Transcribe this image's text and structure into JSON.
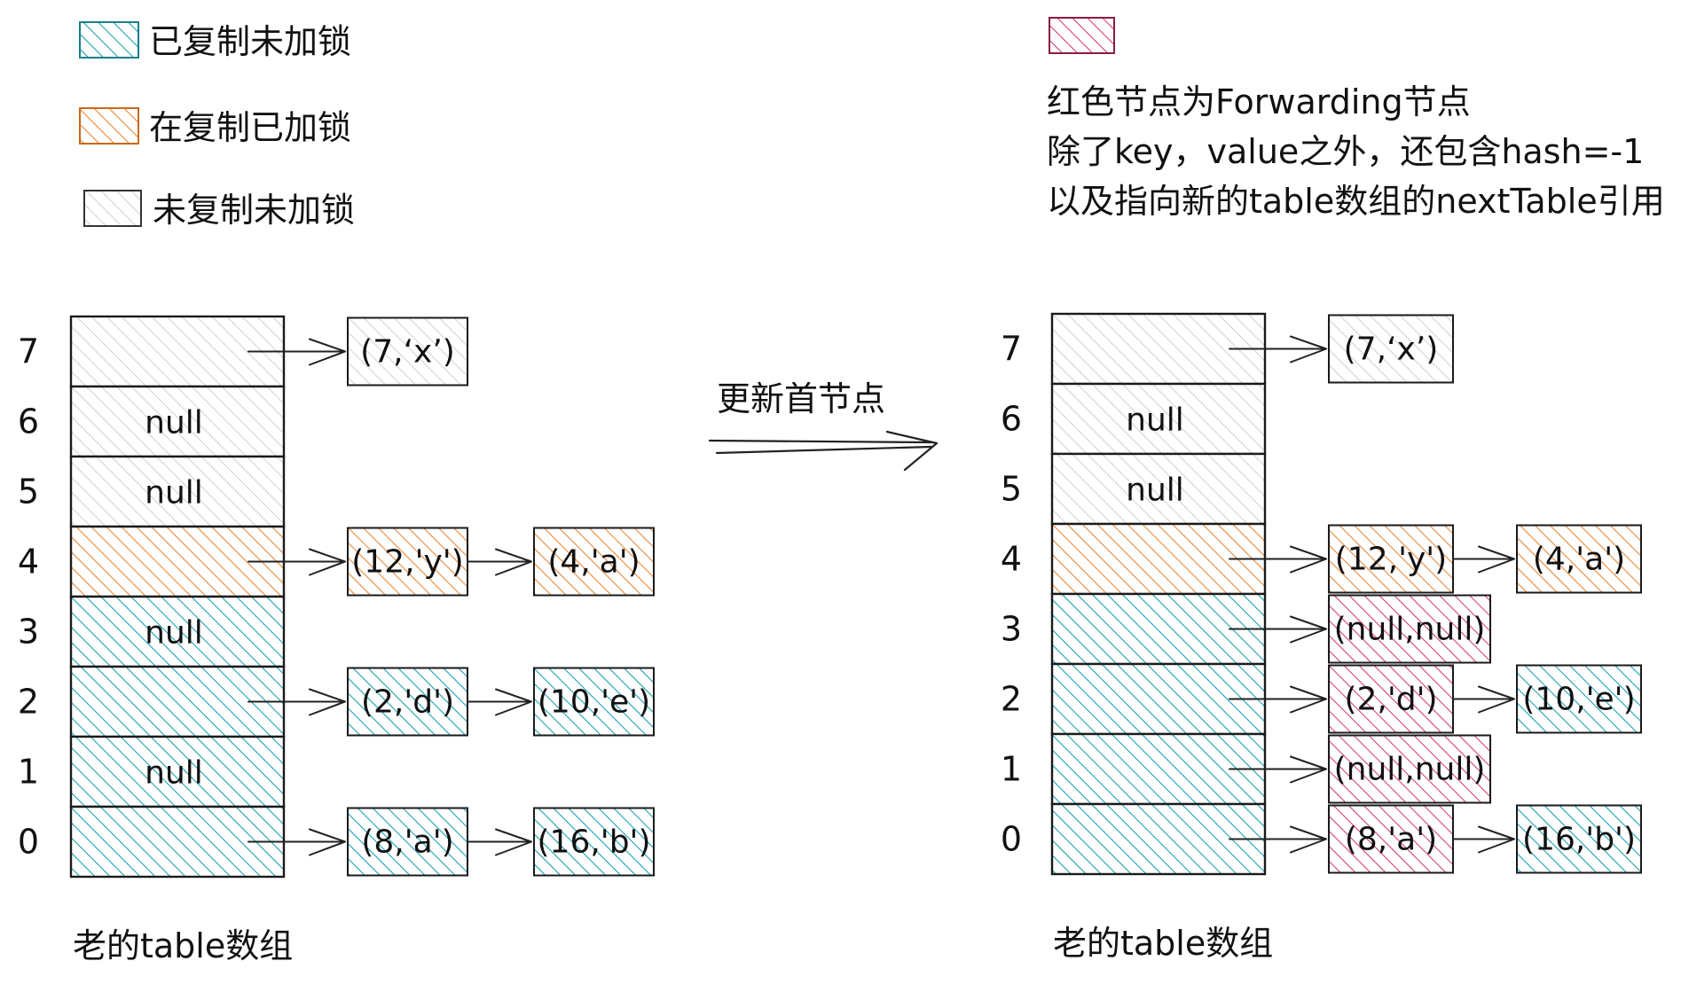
{
  "legend": [
    {
      "label": "已复制未加锁",
      "state": "copied"
    },
    {
      "label": "在复制已加锁",
      "state": "copying"
    },
    {
      "label": "未复制未加锁",
      "state": "uncopied"
    }
  ],
  "forwarding_note": {
    "lines": [
      "红色节点为Forwarding节点",
      "除了key，value之外，还包含hash=-1",
      "以及指向新的table数组的nextTable引用"
    ]
  },
  "transition_label": "更新首节点",
  "colors": {
    "copied": "#1aa3b3",
    "copying": "#e8893a",
    "uncopied": "#b5b5b5",
    "forwarding": "#d6336c"
  },
  "left_table": {
    "caption": "老的table数组",
    "slots": [
      {
        "index": "7",
        "label": "",
        "state": "uncopied",
        "nodes": [
          {
            "text": "(7,‘x’)",
            "state": "uncopied"
          }
        ]
      },
      {
        "index": "6",
        "label": "null",
        "state": "uncopied",
        "nodes": []
      },
      {
        "index": "5",
        "label": "null",
        "state": "uncopied",
        "nodes": []
      },
      {
        "index": "4",
        "label": "",
        "state": "copying",
        "nodes": [
          {
            "text": "(12,'y')",
            "state": "copying"
          },
          {
            "text": "(4,'a')",
            "state": "copying"
          }
        ]
      },
      {
        "index": "3",
        "label": "null",
        "state": "copied",
        "nodes": []
      },
      {
        "index": "2",
        "label": "",
        "state": "copied",
        "nodes": [
          {
            "text": "(2,'d')",
            "state": "copied"
          },
          {
            "text": "(10,'e')",
            "state": "copied"
          }
        ]
      },
      {
        "index": "1",
        "label": "null",
        "state": "copied",
        "nodes": []
      },
      {
        "index": "0",
        "label": "",
        "state": "copied",
        "nodes": [
          {
            "text": "(8,'a')",
            "state": "copied"
          },
          {
            "text": "(16,'b')",
            "state": "copied"
          }
        ]
      }
    ]
  },
  "right_table": {
    "caption": "老的table数组",
    "slots": [
      {
        "index": "7",
        "label": "",
        "state": "uncopied",
        "nodes": [
          {
            "text": "(7,‘x’)",
            "state": "uncopied"
          }
        ]
      },
      {
        "index": "6",
        "label": "null",
        "state": "uncopied",
        "nodes": []
      },
      {
        "index": "5",
        "label": "null",
        "state": "uncopied",
        "nodes": []
      },
      {
        "index": "4",
        "label": "",
        "state": "copying",
        "nodes": [
          {
            "text": "(12,'y')",
            "state": "copying"
          },
          {
            "text": "(4,'a')",
            "state": "copying"
          }
        ]
      },
      {
        "index": "3",
        "label": "",
        "state": "copied",
        "nodes": [
          {
            "text": "(null,null)",
            "state": "forwarding"
          }
        ]
      },
      {
        "index": "2",
        "label": "",
        "state": "copied",
        "nodes": [
          {
            "text": "(2,'d')",
            "state": "forwarding"
          },
          {
            "text": "(10,'e')",
            "state": "copied"
          }
        ]
      },
      {
        "index": "1",
        "label": "",
        "state": "copied",
        "nodes": [
          {
            "text": "(null,null)",
            "state": "forwarding"
          }
        ]
      },
      {
        "index": "0",
        "label": "",
        "state": "copied",
        "nodes": [
          {
            "text": "(8,'a')",
            "state": "forwarding"
          },
          {
            "text": "(16,'b')",
            "state": "copied"
          }
        ]
      }
    ]
  }
}
